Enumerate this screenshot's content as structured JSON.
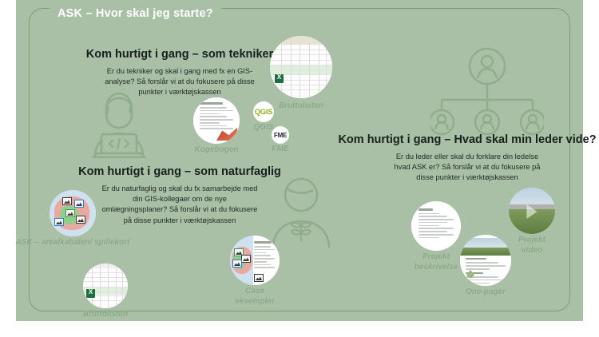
{
  "slide": {
    "title": "ASK – Hvor skal jeg starte?",
    "background_color": "#a9c0a6",
    "border_color": "#7d9a7b",
    "caption_color": "#8aa687"
  },
  "sections": [
    {
      "id": "tekniker",
      "heading": "Kom hurtigt i gang – som tekniker",
      "body": "Er du tekniker og skal i gang med fx en GIS-analyse? Så forslår vi at du fokusere på disse punkter i værktøjskassen",
      "watermark_icon": "developer-at-laptop-icon"
    },
    {
      "id": "naturfaglig",
      "heading": "Kom hurtigt i gang – som naturfaglig",
      "body": "Er du naturfaglig og skal du fx samarbejde med din GIS-kollegaer om de nye omlægningsplaner? Så forslår vi at du fokusere på disse punkter i værktøjskassen",
      "watermark_icon": "person-with-leaf-icon"
    },
    {
      "id": "leder",
      "heading": "Kom hurtigt i gang – Hvad skal min leder vide?",
      "body": "Er du leder eller skal du forklare din ledelse hvad ASK er? Så forslår vi at du fokusere på disse punkter i værktøjskassen",
      "watermark_icon": "org-chart-people-icon"
    }
  ],
  "thumbnails": [
    {
      "id": "bruttolisten-top",
      "caption": "Bruttolisten",
      "kind": "spreadsheet"
    },
    {
      "id": "kogebogen",
      "caption": "Kogebogen",
      "kind": "document"
    },
    {
      "id": "bruttolisten-bottom",
      "caption": "Bruttolisten",
      "kind": "spreadsheet"
    },
    {
      "id": "arealkabalen",
      "caption": "ASK – arealkabalen/ spillekort",
      "kind": "card-map"
    },
    {
      "id": "case-eksempler",
      "caption": "Case\neksempler",
      "kind": "document-map"
    },
    {
      "id": "projekt-beskrivelse",
      "caption": "Projekt\nbeskrivelse",
      "kind": "document"
    },
    {
      "id": "projekt-video",
      "caption": "Projekt\nvideo",
      "kind": "video"
    },
    {
      "id": "one-pager",
      "caption": "One-pager",
      "kind": "photo-document"
    }
  ],
  "badges": [
    {
      "id": "qgis",
      "logo_text": "QGIS",
      "caption": "QGIS",
      "color": "#93b023"
    },
    {
      "id": "fme",
      "logo_text": "FME",
      "caption": "FME",
      "color": "#25282b"
    }
  ]
}
